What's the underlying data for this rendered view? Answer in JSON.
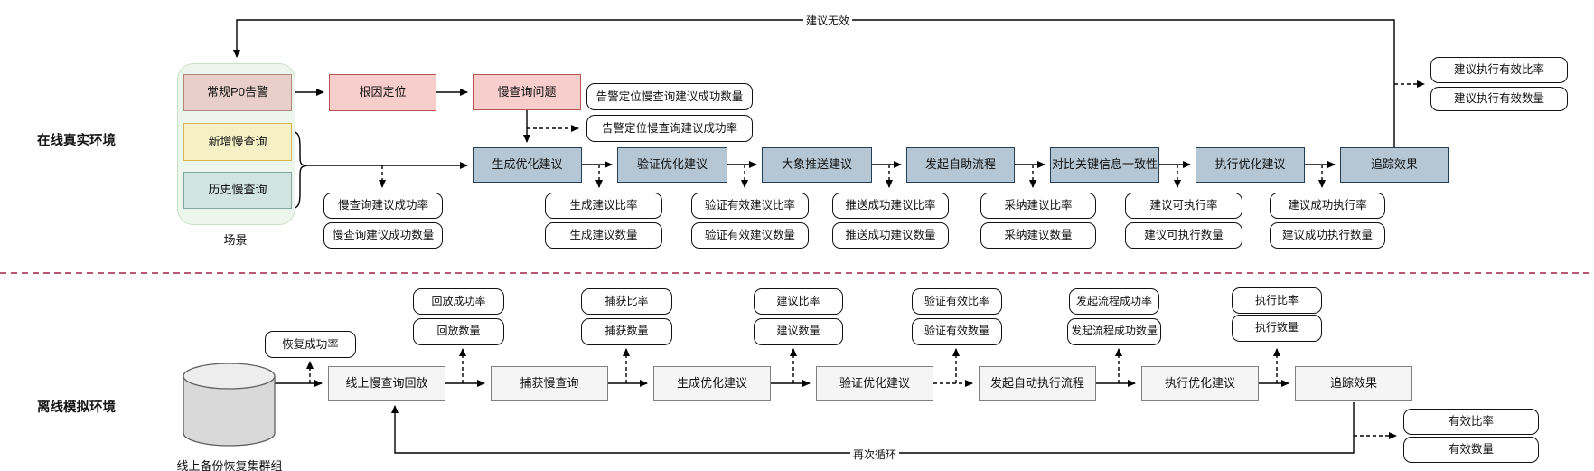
{
  "colors": {
    "pink_fill": "#f8cecc",
    "pink_border": "#b85450",
    "p0_fill": "#e8cfc9",
    "p0_border": "#b0857b",
    "yellow_fill": "#f5f0c6",
    "yellow_border": "#d6b656",
    "teal_fill": "#d1e4e0",
    "teal_border": "#80a59e",
    "container_fill": "#edf6ec",
    "container_border": "#c8e2c6",
    "blue_fill": "#b5c7d4",
    "blue_border": "#243f55",
    "gray_fill": "#f5f5f5",
    "gray_border": "#808080",
    "separator": "#a02045",
    "wire": "#000000"
  },
  "online": {
    "section_label": "在线真实环境",
    "loop_label": "建议无效",
    "scene": {
      "caption": "场景",
      "items": [
        {
          "label": "常规P0告警"
        },
        {
          "label": "新增慢查询"
        },
        {
          "label": "历史慢查询"
        }
      ]
    },
    "nodes": {
      "root_cause": "根因定位",
      "slow_query_issue": "慢查询问题"
    },
    "alert_metrics": [
      "告警定位慢查询建议成功数量",
      "告警定位慢查询建议成功率"
    ],
    "flow": [
      "生成优化建议",
      "验证优化建议",
      "大象推送建议",
      "发起自助流程",
      "对比关键信息一致性",
      "执行优化建议",
      "追踪效果"
    ],
    "metric_pairs": [
      {
        "rate": "慢查询建议成功率",
        "count": "慢查询建议成功数量"
      },
      {
        "rate": "生成建议比率",
        "count": "生成建议数量"
      },
      {
        "rate": "验证有效建议比率",
        "count": "验证有效建议数量"
      },
      {
        "rate": "推送成功建议比率",
        "count": "推送成功建议数量"
      },
      {
        "rate": "采纳建议比率",
        "count": "采纳建议数量"
      },
      {
        "rate": "建议可执行率",
        "count": "建议可执行数量"
      },
      {
        "rate": "建议成功执行率",
        "count": "建议成功执行数量"
      }
    ],
    "result_metrics": [
      "建议执行有效比率",
      "建议执行有效数量"
    ]
  },
  "offline": {
    "section_label": "离线模拟环境",
    "loop_label": "再次循环",
    "db_label": "线上备份恢复集群组",
    "recover_metric": "恢复成功率",
    "flow": [
      "线上慢查询回放",
      "捕获慢查询",
      "生成优化建议",
      "验证优化建议",
      "发起自动执行流程",
      "执行优化建议",
      "追踪效果"
    ],
    "metric_pairs": [
      {
        "rate": "回放成功率",
        "count": "回放数量"
      },
      {
        "rate": "捕获比率",
        "count": "捕获数量"
      },
      {
        "rate": "建议比率",
        "count": "建议数量"
      },
      {
        "rate": "验证有效比率",
        "count": "验证有效数量"
      },
      {
        "rate": "发起流程成功率",
        "count": "发起流程成功数量"
      },
      {
        "rate": "执行比率",
        "count": "执行数量"
      }
    ],
    "result_metrics": [
      "有效比率",
      "有效数量"
    ]
  }
}
